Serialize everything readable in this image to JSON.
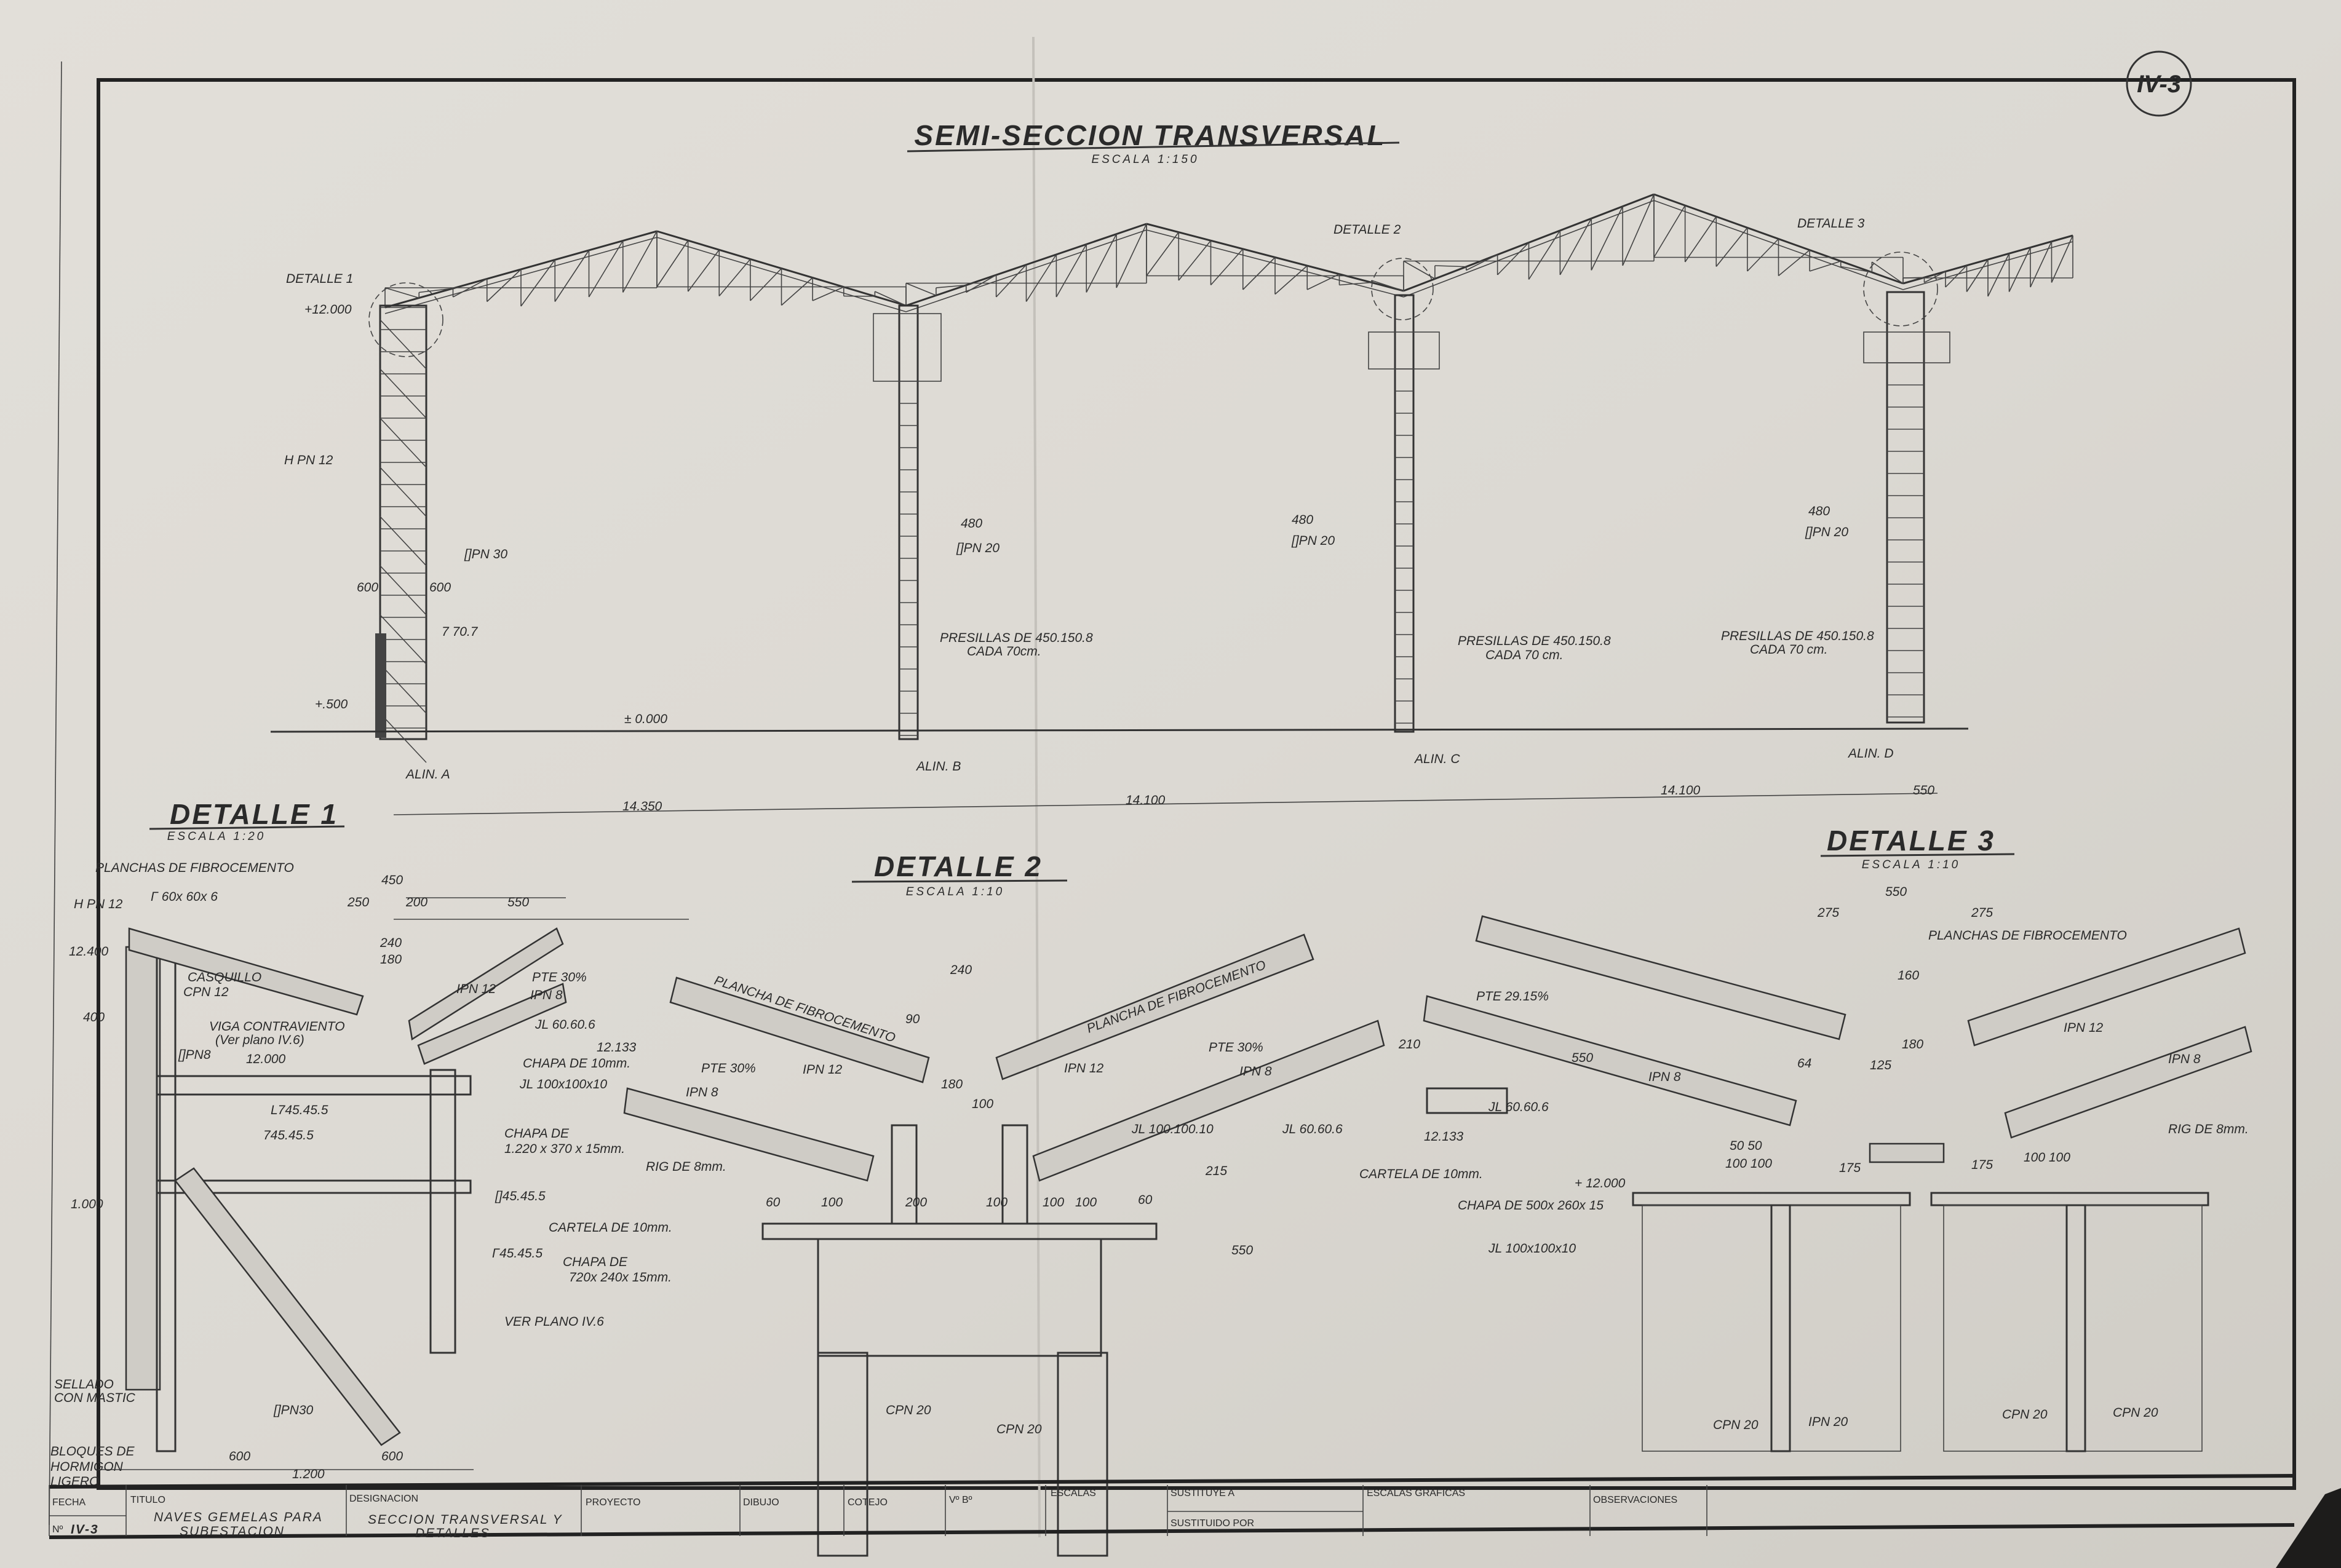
{
  "sheet_number": "IV-3",
  "main_section": {
    "title": "SEMI-SECCION TRANSVERSAL",
    "scale": "ESCALA 1:150",
    "labels": {
      "detalle1": "DETALLE 1",
      "elev_12000": "+12.000",
      "hpn12": "H PN 12",
      "cpn30": "[]PN 30",
      "d600a": "600",
      "d600b": "600",
      "l707": "7 70.7",
      "elev_500": "+.500",
      "elev_0": "± 0.000",
      "b_480": "480",
      "b_pn20": "[]PN 20",
      "b_pres": "PRESILLAS DE 450.150.8",
      "b_cada": "CADA 70cm.",
      "detalle2": "DETALLE 2",
      "c_480": "480",
      "c_pn20": "[]PN 20",
      "c_pres": "PRESILLAS DE 450.150.8",
      "c_cada": "CADA 70 cm.",
      "detalle3": "DETALLE 3",
      "d_480": "480",
      "d_pn20": "[]PN 20",
      "d_pres": "PRESILLAS DE 450.150.8",
      "d_cada": "CADA 70 cm."
    },
    "alignments": [
      "ALIN. A",
      "ALIN. B",
      "ALIN. C",
      "ALIN. D"
    ],
    "spans": [
      "14.350",
      "14.100",
      "14.100",
      "550"
    ]
  },
  "detalle_1": {
    "title": "DETALLE 1",
    "scale": "ESCALA 1:20",
    "labels": {
      "planchas": "PLANCHAS DE FIBROCEMENTO",
      "angle": "Γ 60x 60x 6",
      "hpn12": "H PN 12",
      "e12400": "12.400",
      "casquillo": "CASQUILLO",
      "cpn12": "CPN 12",
      "d400": "400",
      "viga": "VIGA CONTRAVIENTO",
      "ver": "(Ver plano IV.6)",
      "pn8": "[]PN8",
      "e12000": "12.000",
      "d450": "450",
      "d250": "250",
      "d200": "200",
      "d550": "550",
      "d240": "240",
      "d180": "180",
      "ipn12": "IPN 12",
      "pte": "PTE 30%",
      "ipn8": "IPN 8",
      "jl60": "JL 60.60.6",
      "e12133": "12.133",
      "chapa10": "CHAPA DE 10mm.",
      "jl100": "JL 100x100x10",
      "l45a": "L745.45.5",
      "l45b": "745.45.5",
      "chapade": "CHAPA DE",
      "chapa1220": "1.220 x 370 x 15mm.",
      "d1000": "1.000",
      "sq45": "[]45.45.5",
      "cartela": "CARTELA DE 10mm.",
      "g45": "Γ45.45.5",
      "chapade2": "CHAPA DE",
      "chapa720": "720x 240x 15mm.",
      "verplano": "VER PLANO IV.6",
      "sellado1": "SELLADO",
      "sellado2": "CON MASTIC",
      "cpn30": "[]PN30",
      "bloques1": "BLOQUES DE",
      "bloques2": "HORMIGON",
      "bloques3": "LIGERO",
      "d600a": "600",
      "d600b": "600",
      "d1200": "1.200"
    }
  },
  "detalle_2": {
    "title": "DETALLE 2",
    "scale": "ESCALA 1:10",
    "labels": {
      "d240": "240",
      "plancha_l": "PLANCHA DE FIBROCEMENTO",
      "plancha_r": "PLANCHA DE FIBROCEMENTO",
      "d90": "90",
      "pte_l": "PTE 30%",
      "ipn8_l": "IPN 8",
      "ipn12_l": "IPN 12",
      "ipn12_r": "IPN 12",
      "pte_r": "PTE 30%",
      "ipn8_r": "IPN 8",
      "d180": "180",
      "d100": "100",
      "jl60": "JL 60.60.6",
      "rig": "RIG DE 8mm.",
      "jl100": "JL 100.100.10",
      "d215": "215",
      "d60a": "60",
      "d100a": "100",
      "d200": "200",
      "d100b": "100",
      "d100c": "100",
      "d100d": "100",
      "d60b": "60",
      "d550": "550",
      "cpn20a": "CPN 20",
      "cpn20b": "CPN 20"
    }
  },
  "detalle_3": {
    "title": "DETALLE 3",
    "scale": "ESCALA 1:10",
    "labels": {
      "d550": "550",
      "d275a": "275",
      "d275b": "275",
      "planchas": "PLANCHAS DE FIBROCEMENTO",
      "d160": "160",
      "pte": "PTE 29.15%",
      "d210": "210",
      "d550b": "550",
      "ipn8_l": "IPN 8",
      "d64": "64",
      "d125": "125",
      "d180": "180",
      "ipn12": "IPN 12",
      "ipn8_r": "IPN 8",
      "jl60": "JL 60.60.6",
      "e12133": "12.133",
      "d5050": "50   50",
      "d100100": "100  100",
      "d175a": "175",
      "d175b": "175",
      "d100100b": "100  100",
      "rig": "RIG DE 8mm.",
      "cartela": "CARTELA DE 10mm.",
      "e12000": "+ 12.000",
      "chapa": "CHAPA DE 500x 260x 15",
      "jl100": "JL 100x100x10",
      "cpn20a": "CPN 20",
      "ipn20": "IPN 20",
      "cpn20b": "CPN 20",
      "cpn20c": "CPN 20"
    }
  },
  "title_block": {
    "fecha": "FECHA",
    "numero_label": "Nº",
    "numero": "IV-3",
    "titulo": "TITULO",
    "titulo_1": "NAVES GEMELAS PARA",
    "titulo_2": "SUBESTACION",
    "designacion": "DESIGNACION",
    "designacion_1": "SECCION TRANSVERSAL Y",
    "designacion_2": "DETALLES",
    "proyecto": "PROYECTO",
    "dibujo": "DIBUJO",
    "cotejo": "COTEJO",
    "vobo": "Vº Bº",
    "escalas": "ESCALAS",
    "sustituye": "SUSTITUYE A",
    "sustituido": "SUSTITUIDO POR",
    "escalas_graficas": "ESCALAS GRÁFICAS",
    "observaciones": "OBSERVACIONES"
  }
}
